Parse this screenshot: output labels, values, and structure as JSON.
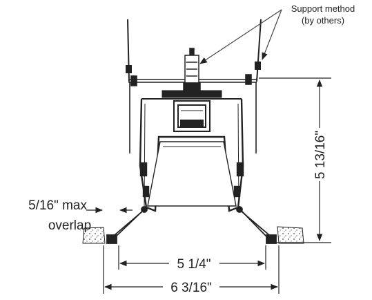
{
  "annotations": {
    "support_line1": "Support method",
    "support_line2": "(by others)",
    "overlap_line1": "5/16\" max",
    "overlap_line2": "overlap",
    "dim_inner": "5 1/4\"",
    "dim_outer": "6 3/16\"",
    "dim_height": "5 13/16\""
  },
  "colors": {
    "ink": "#222222",
    "background": "#ffffff"
  }
}
